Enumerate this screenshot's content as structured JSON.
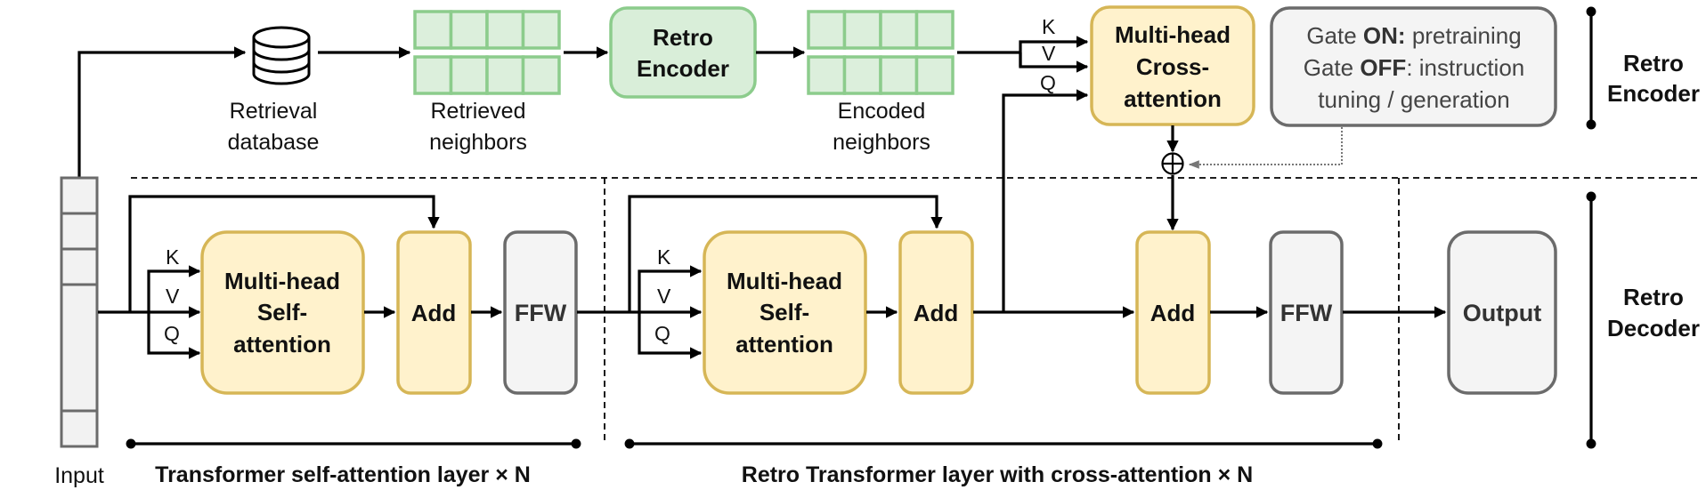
{
  "encoder": {
    "retrieval_database": [
      "Retrieval",
      "database"
    ],
    "retrieved_neighbors": [
      "Retrieved",
      "neighbors"
    ],
    "retro_encoder": [
      "Retro",
      "Encoder"
    ],
    "encoded_neighbors": [
      "Encoded",
      "neighbors"
    ],
    "cross_attention": [
      "Multi-head",
      "Cross-",
      "attention"
    ],
    "gate": {
      "line1_prefix": "Gate ",
      "line1_bold": "ON:",
      "line1_suffix": " pretraining",
      "line2_prefix": "Gate ",
      "line2_bold": "OFF",
      "line2_suffix": ": instruction",
      "line3": "tuning / generation"
    },
    "side_label": [
      "Retro",
      "Encoder"
    ]
  },
  "kqv": {
    "k": "K",
    "v": "V",
    "q": "Q"
  },
  "decoder": {
    "input_label": "Input",
    "self_attention": [
      "Multi-head",
      "Self-",
      "attention"
    ],
    "add": "Add",
    "ffw": "FFW",
    "output": "Output",
    "side_label": [
      "Retro",
      "Decoder"
    ],
    "caption_layer1": "Transformer self-attention layer × N",
    "caption_layer2": "Retro Transformer layer with cross-attention × N"
  },
  "operators": {
    "gate_sum": "⊕"
  },
  "colors": {
    "attention_fill": "#fff2cc",
    "attention_border": "#d6b656",
    "neighbor_fill": "#d9eed9",
    "neighbor_border": "#8ccc8c",
    "neutral_fill": "#f4f4f4",
    "neutral_border": "#6b6b6b"
  }
}
